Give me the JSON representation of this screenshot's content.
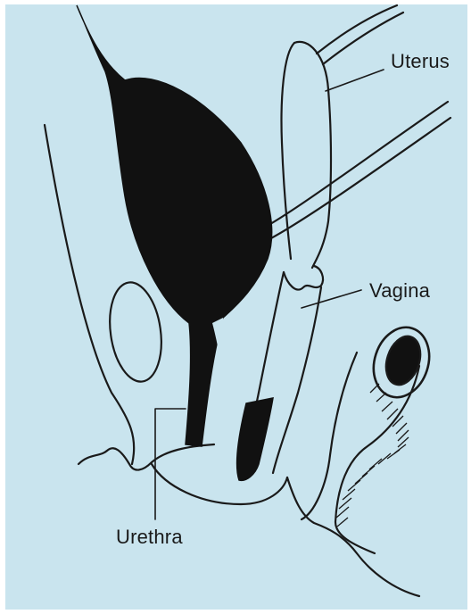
{
  "labels": {
    "uterus": "Uterus",
    "vagina": "Vagina",
    "urethra": "Urethra"
  },
  "colors": {
    "background": "#c9e4ee",
    "ink": "#111111",
    "outline": "#1a1a1a"
  }
}
